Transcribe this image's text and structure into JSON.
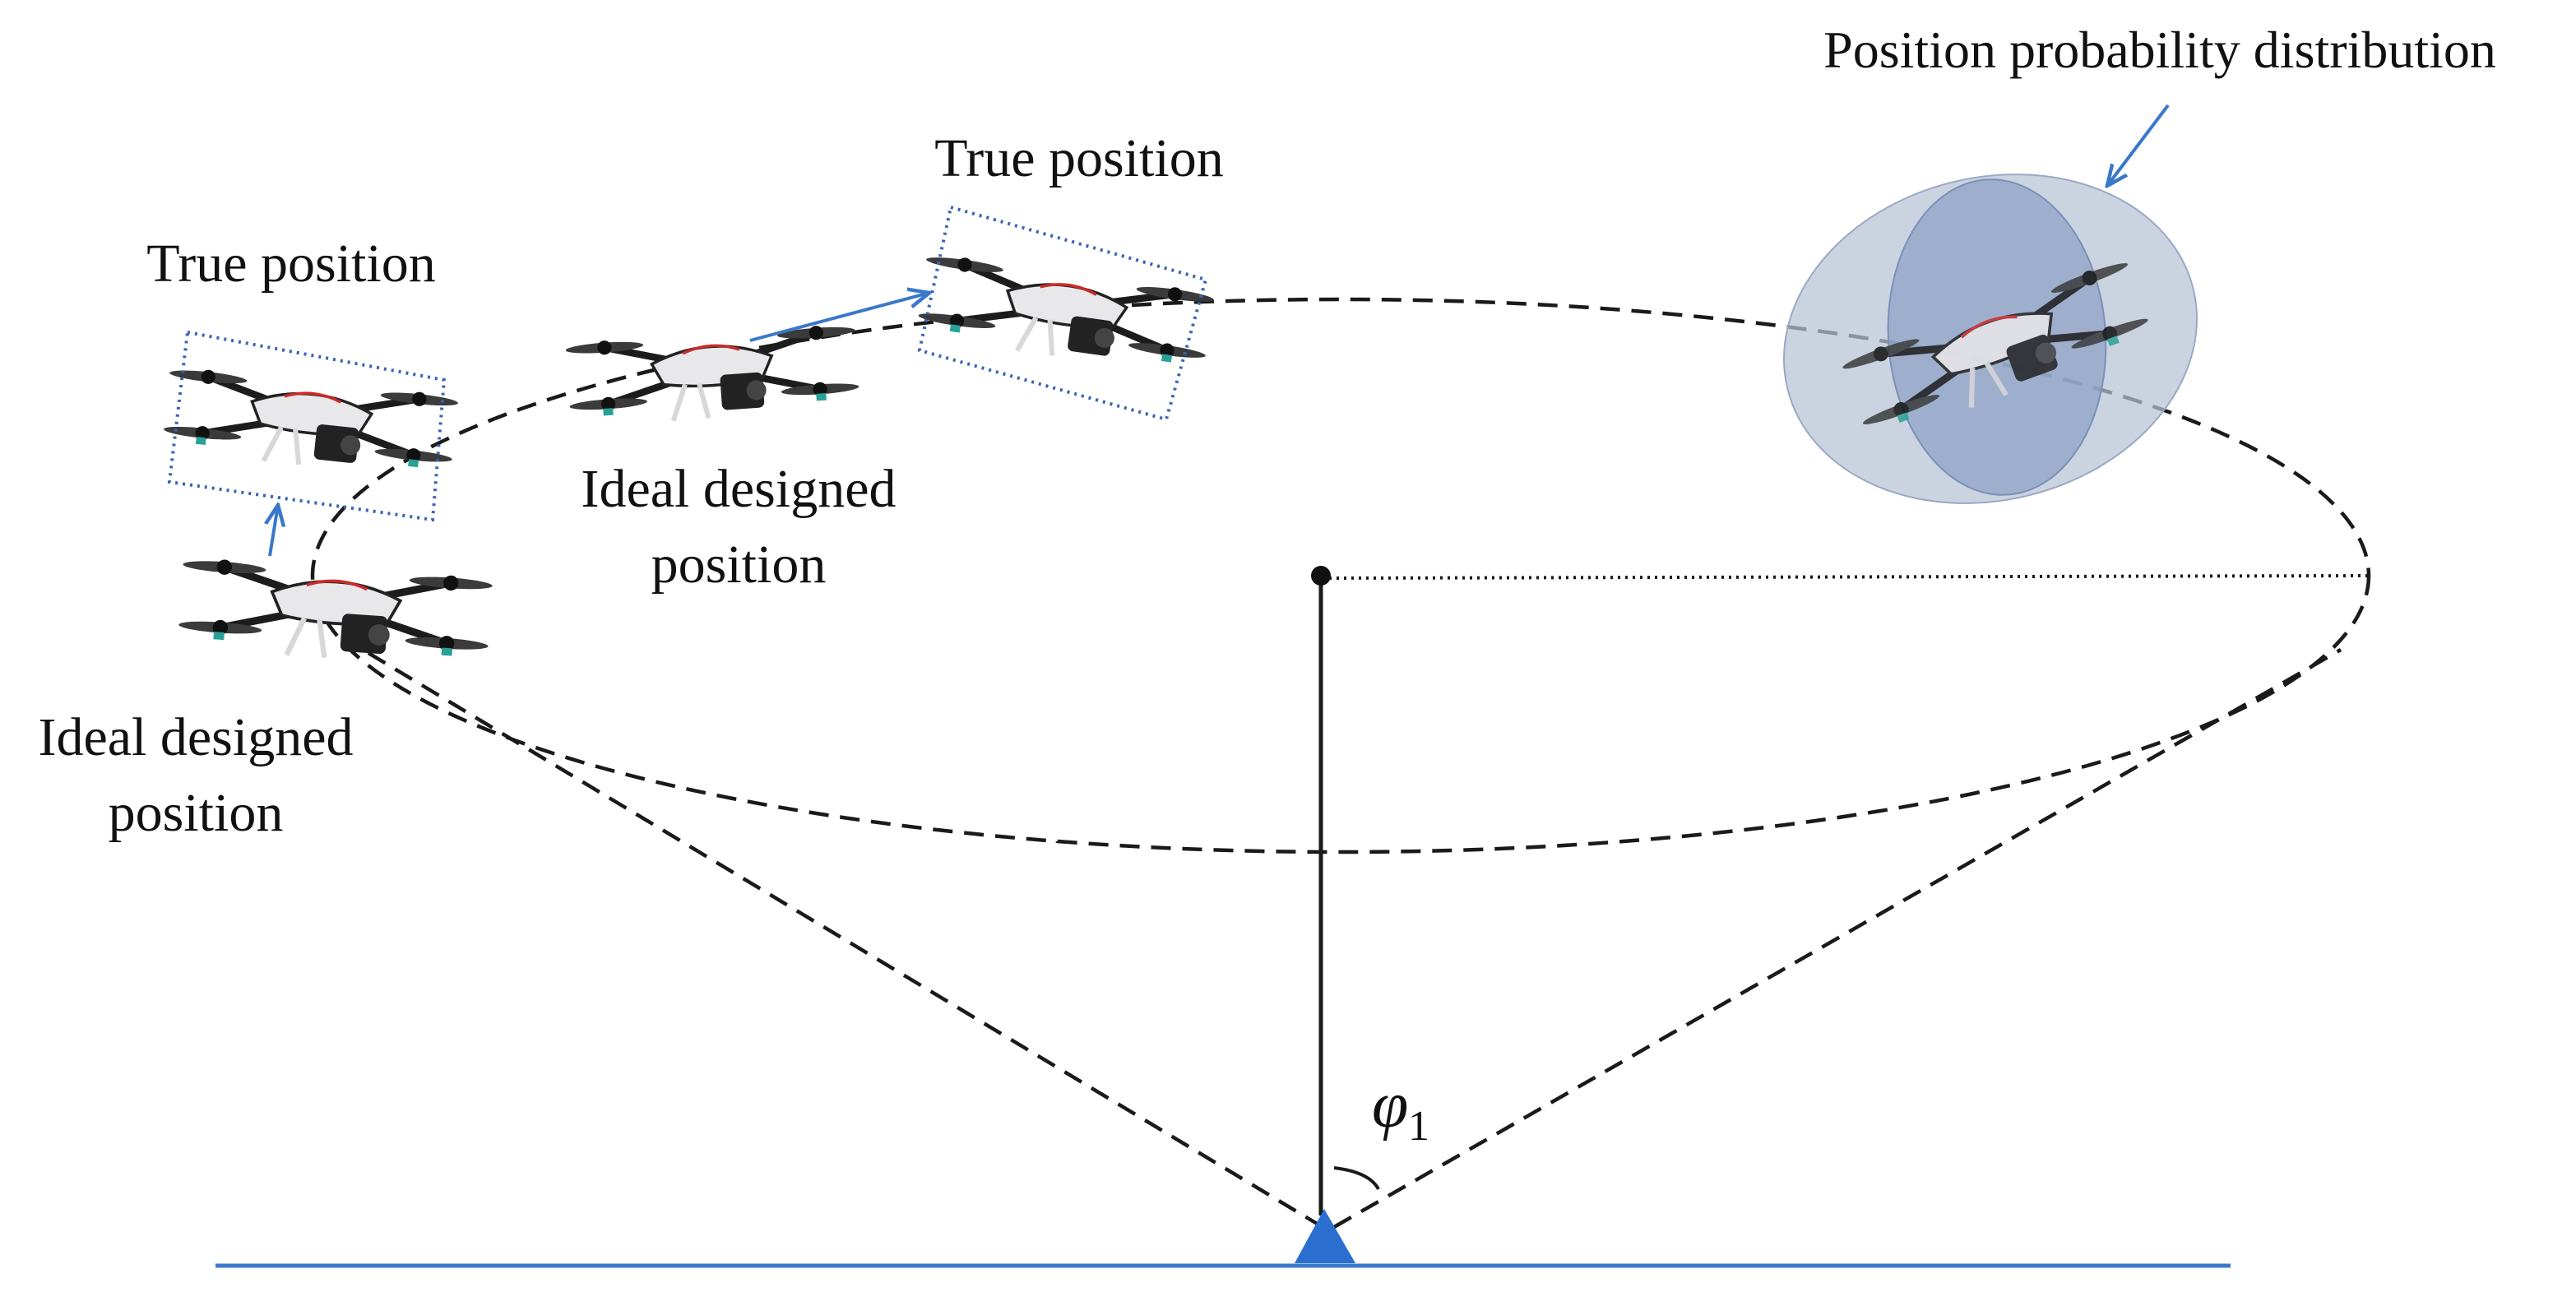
{
  "labels": {
    "true_position_left": "True position",
    "ideal_designed_left_line1": "Ideal designed",
    "ideal_designed_left_line2": "position",
    "true_position_mid": "True position",
    "ideal_designed_mid_line1": "Ideal designed",
    "ideal_designed_mid_line2": "position",
    "position_probability": "Position probability distribution",
    "angle_symbol": "φ",
    "angle_subscript": "1"
  },
  "colors": {
    "arrow_blue": "#3a78c9",
    "ground_blue": "#3a78c9",
    "base_station_blue": "#2a6fd0",
    "uncertainty_outer": "#b7c2d6",
    "uncertainty_inner": "#8fa3c6",
    "dashed_line": "#1a1a1a",
    "box_dotted": "#3b63b6"
  },
  "icons": {
    "drone": "quadcopter-drone-icon",
    "base_station": "triangle-base-station-icon"
  }
}
